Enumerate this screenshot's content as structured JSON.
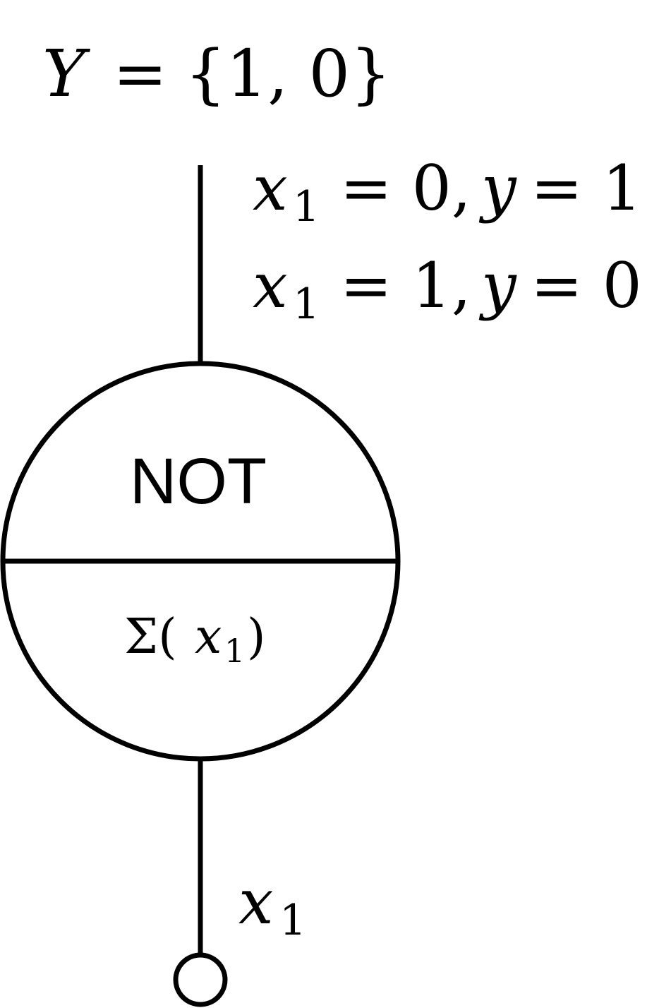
{
  "output_set": {
    "var": "Y",
    "eq": "=",
    "value": "{1, 0}"
  },
  "truth_table": [
    {
      "x": "x",
      "x_sub": "1",
      "x_val": "= 0,",
      "y": "y",
      "y_val": "= 1"
    },
    {
      "x": "x",
      "x_sub": "1",
      "x_val": "= 1,",
      "y": "y",
      "y_val": "= 0"
    }
  ],
  "gate": {
    "name": "NOT",
    "function_prefix": "Σ(",
    "function_var": "x",
    "function_sub": "1",
    "function_suffix": ")"
  },
  "input": {
    "var": "x",
    "sub": "1"
  },
  "colors": {
    "stroke": "#000000",
    "background": "#ffffff"
  }
}
